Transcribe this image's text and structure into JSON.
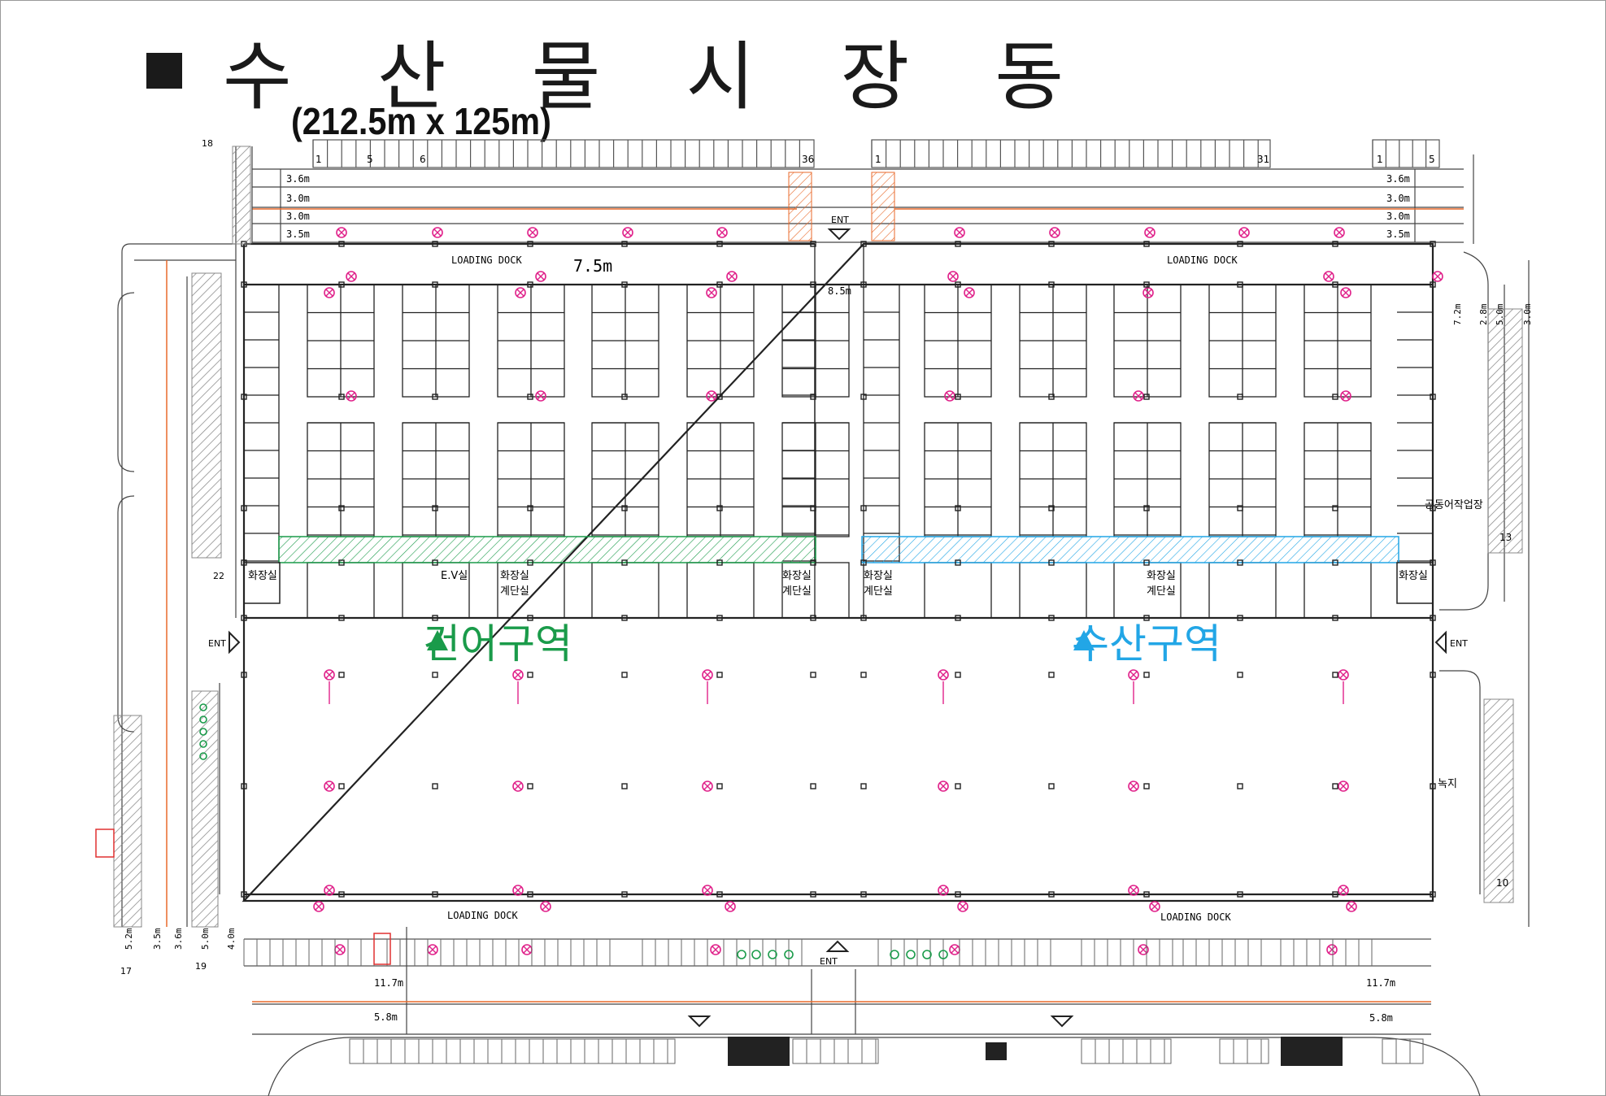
{
  "title": "수 산 물 시 장 동",
  "dimensions": "(212.5m x 125m)",
  "zones": {
    "dry_fish": "건어구역",
    "fishery": "수산구역"
  },
  "colors": {
    "dry_zone": "#1a9b4a",
    "fishery_zone": "#22a6e6",
    "utility": "#e0218a",
    "road": "#e86a2b"
  },
  "labels": {
    "loading_dock": "LOADING DOCK",
    "ent": "ENT",
    "restroom": "화장실",
    "stairs": "계단실",
    "restroom_stairs": "화장실\n계단실",
    "ev_room": "E.V실",
    "green_area": "녹지",
    "work_area": "공동어작업장",
    "width_top": "7.5m",
    "width_mid": "8.5m",
    "road_11_7": "11.7m",
    "road_5_8": "5.8m",
    "lane_3_6": "3.6m",
    "lane_3_0": "3.0m",
    "lane_3_5": "3.5m",
    "side_7_2": "7.2m",
    "side_2_8": "2.8m",
    "side_5_0": "5.0m",
    "side_3_0": "3.0m",
    "left_5_2": "5.2m",
    "left_3_5": "3.5m",
    "left_3_6": "3.6m",
    "left_5_0": "5.0m",
    "left_4_0": "4.0m",
    "park_1": "1",
    "park_5": "5",
    "park_6": "6",
    "park_36": "36",
    "park_31": "31",
    "park_18": "18",
    "park_22": "22",
    "park_17": "17",
    "park_19": "19",
    "park_13": "13",
    "park_10": "10"
  }
}
